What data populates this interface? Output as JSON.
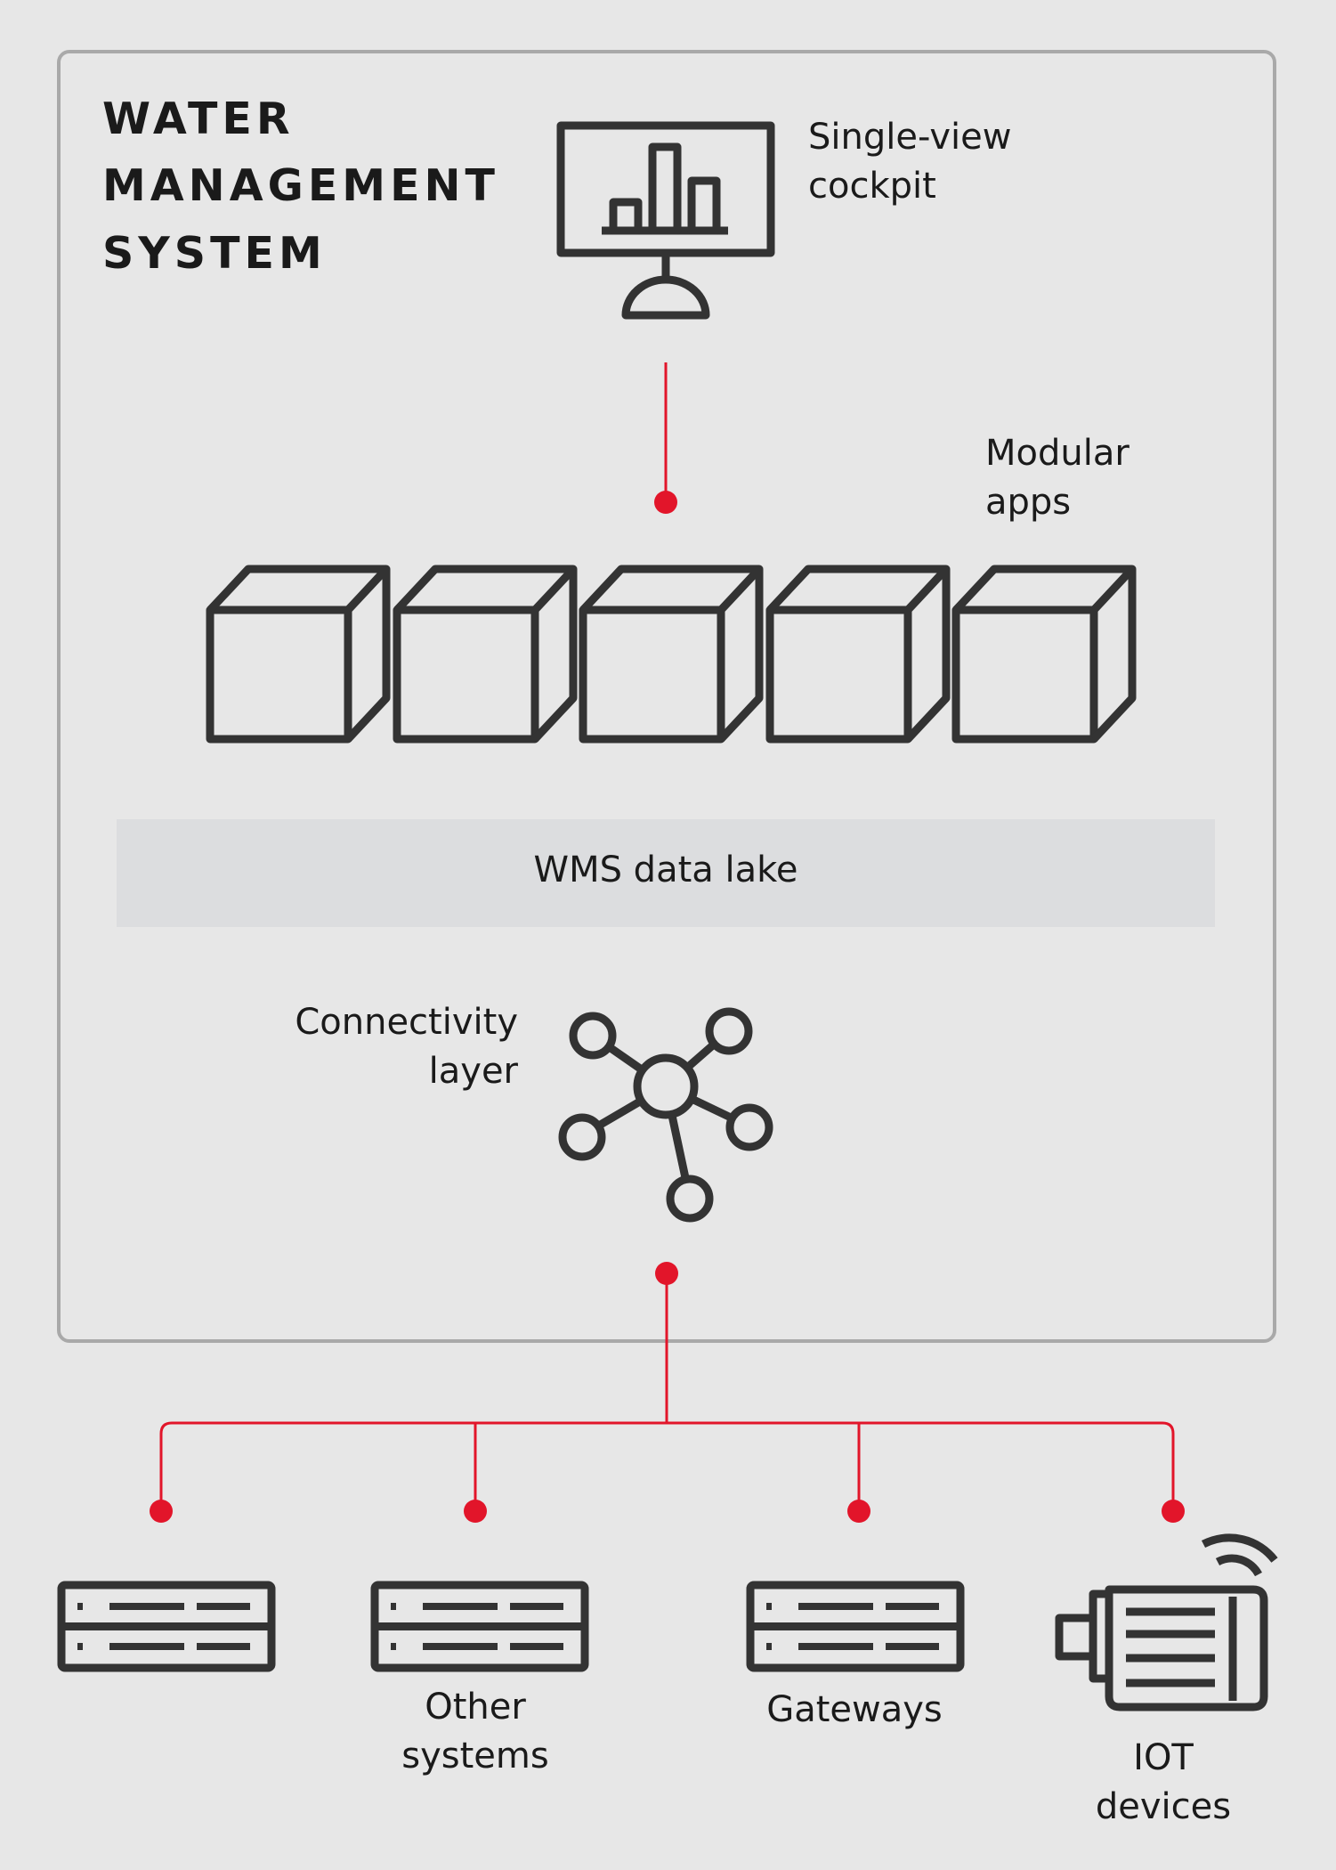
{
  "title": {
    "line1": "WATER",
    "line2": "MANAGEMENT",
    "line3": "SYSTEM"
  },
  "cockpit": {
    "line1": "Single-view",
    "line2": "cockpit",
    "icon": "monitor-chart-icon"
  },
  "apps": {
    "line1": "Modular",
    "line2": "apps",
    "count": 5,
    "icon": "cube-icon"
  },
  "data_lake": {
    "label": "WMS data lake"
  },
  "connectivity": {
    "line1": "Connectivity",
    "line2": "layer",
    "icon": "network-hub-icon"
  },
  "sources": [
    {
      "line1": "",
      "line2": "",
      "icon": "server-rack-icon"
    },
    {
      "line1": "Other",
      "line2": "systems",
      "icon": "server-rack-icon"
    },
    {
      "line1": "Gateways",
      "line2": "",
      "icon": "server-rack-icon"
    },
    {
      "line1": "IOT",
      "line2": "devices",
      "icon": "wireless-motor-icon"
    }
  ],
  "colors": {
    "background": "#e7e7e7",
    "frame": "#a9a9a9",
    "icon_stroke": "#333333",
    "connector": "#e2152a",
    "lake_fill": "#dcdddf",
    "text": "#1a1a1a"
  }
}
